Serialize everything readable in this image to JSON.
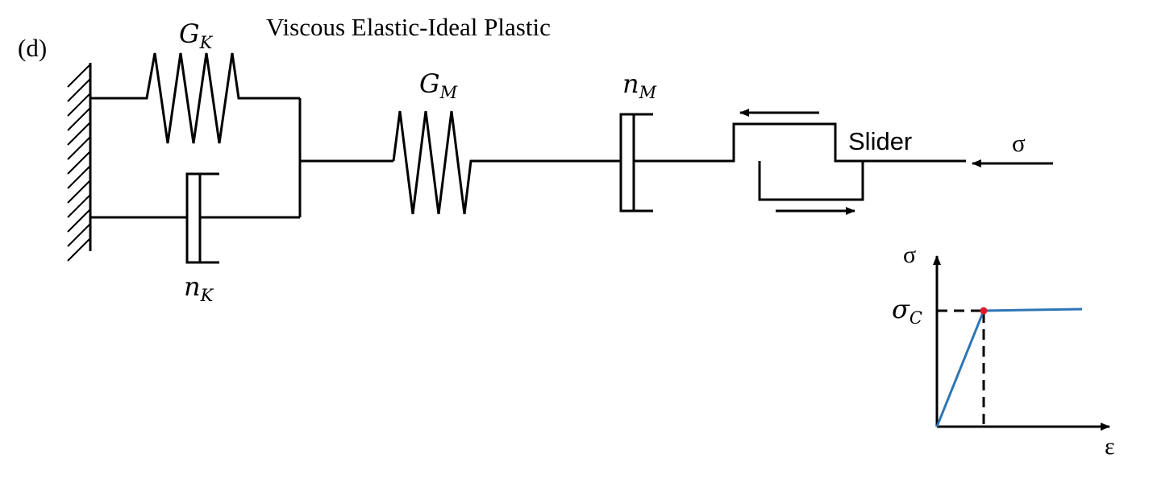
{
  "panel_label": "(d)",
  "title": "Viscous Elastic-Ideal Plastic",
  "components": {
    "kelvin_spring": {
      "symbol": "G",
      "subscript": "K"
    },
    "kelvin_dashpot": {
      "symbol": "n",
      "subscript": "K"
    },
    "maxwell_spring": {
      "symbol": "G",
      "subscript": "M"
    },
    "maxwell_dashpot": {
      "symbol": "n",
      "subscript": "M"
    },
    "slider": {
      "label": "Slider"
    }
  },
  "load_label": "σ",
  "inset_graph": {
    "y_axis_label": "σ",
    "x_axis_label": "ε",
    "threshold_symbol": "σ",
    "threshold_subscript": "C",
    "line_color": "#2e75b6",
    "yield_point_color": "#e0192d"
  },
  "colors": {
    "line": "#000000",
    "curve": "#2e75b6",
    "marker": "#e0192d"
  }
}
